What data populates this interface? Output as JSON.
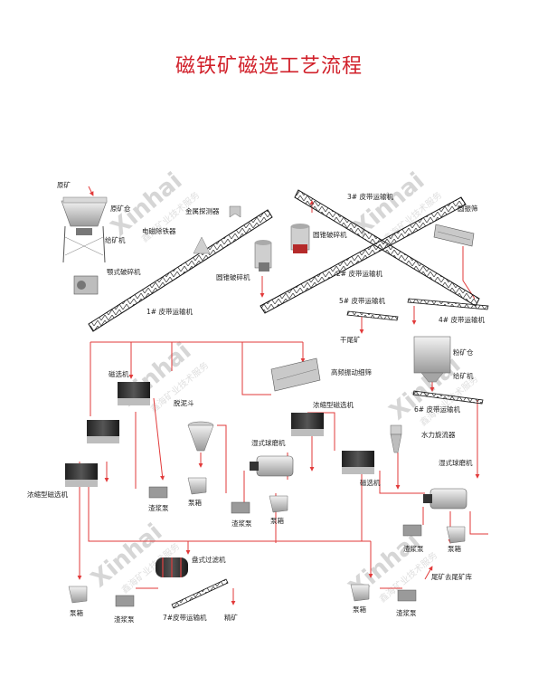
{
  "title": "磁铁矿磁选工艺流程",
  "watermark": {
    "brand": "Xinhai",
    "slogan": "鑫海矿业技术服务"
  },
  "labels": {
    "raw_ore": "原矿",
    "raw_ore_bin": "原矿仓",
    "feeder_1": "给矿机",
    "jaw_crusher": "颚式破碎机",
    "metal_detector": "金属探测器",
    "electromagnetic_iron_remover": "电磁除铁器",
    "cone_crusher_1": "圆锥破碎机",
    "cone_crusher_2": "圆锥破碎机",
    "belt_conveyor_1": "1# 皮带运输机",
    "belt_conveyor_2": "2# 皮带运输机",
    "belt_conveyor_3": "3# 皮带运输机",
    "vibrating_screen": "圆振筛",
    "belt_conveyor_5": "5# 皮带运输机",
    "belt_conveyor_4": "4# 皮带运输机",
    "dry_tailings": "干尾矿",
    "fine_ore_bin": "粉矿仓",
    "feeder_2": "给矿机",
    "belt_conveyor_6": "6# 皮带运输机",
    "high_freq_screen": "高频振动细筛",
    "magnetic_separator_top": "磁选机",
    "desliming_hopper": "脱泥斗",
    "thickening_separator_mid": "浓缩型磁选机",
    "wet_ball_mill_1": "湿式球磨机",
    "hydrocyclone": "水力旋流器",
    "magnetic_separator_right": "磁选机",
    "thickening_separator_left": "浓缩型磁选机",
    "wet_ball_mill_2": "湿式球磨机",
    "slurry_pump_1": "渣浆泵",
    "pump_box_1": "泵箱",
    "slurry_pump_2": "渣浆泵",
    "pump_box_2": "泵箱",
    "slurry_pump_3": "渣浆泵",
    "pump_box_3": "泵箱",
    "disc_filter": "盘式过滤机",
    "pump_box_4": "泵箱",
    "slurry_pump_4": "渣浆泵",
    "belt_conveyor_7": "7#皮带运输机",
    "concentrate": "精矿",
    "pump_box_5": "泵箱",
    "slurry_pump_5": "渣浆泵",
    "tailings_to_pond": "尾矿去尾矿库"
  }
}
